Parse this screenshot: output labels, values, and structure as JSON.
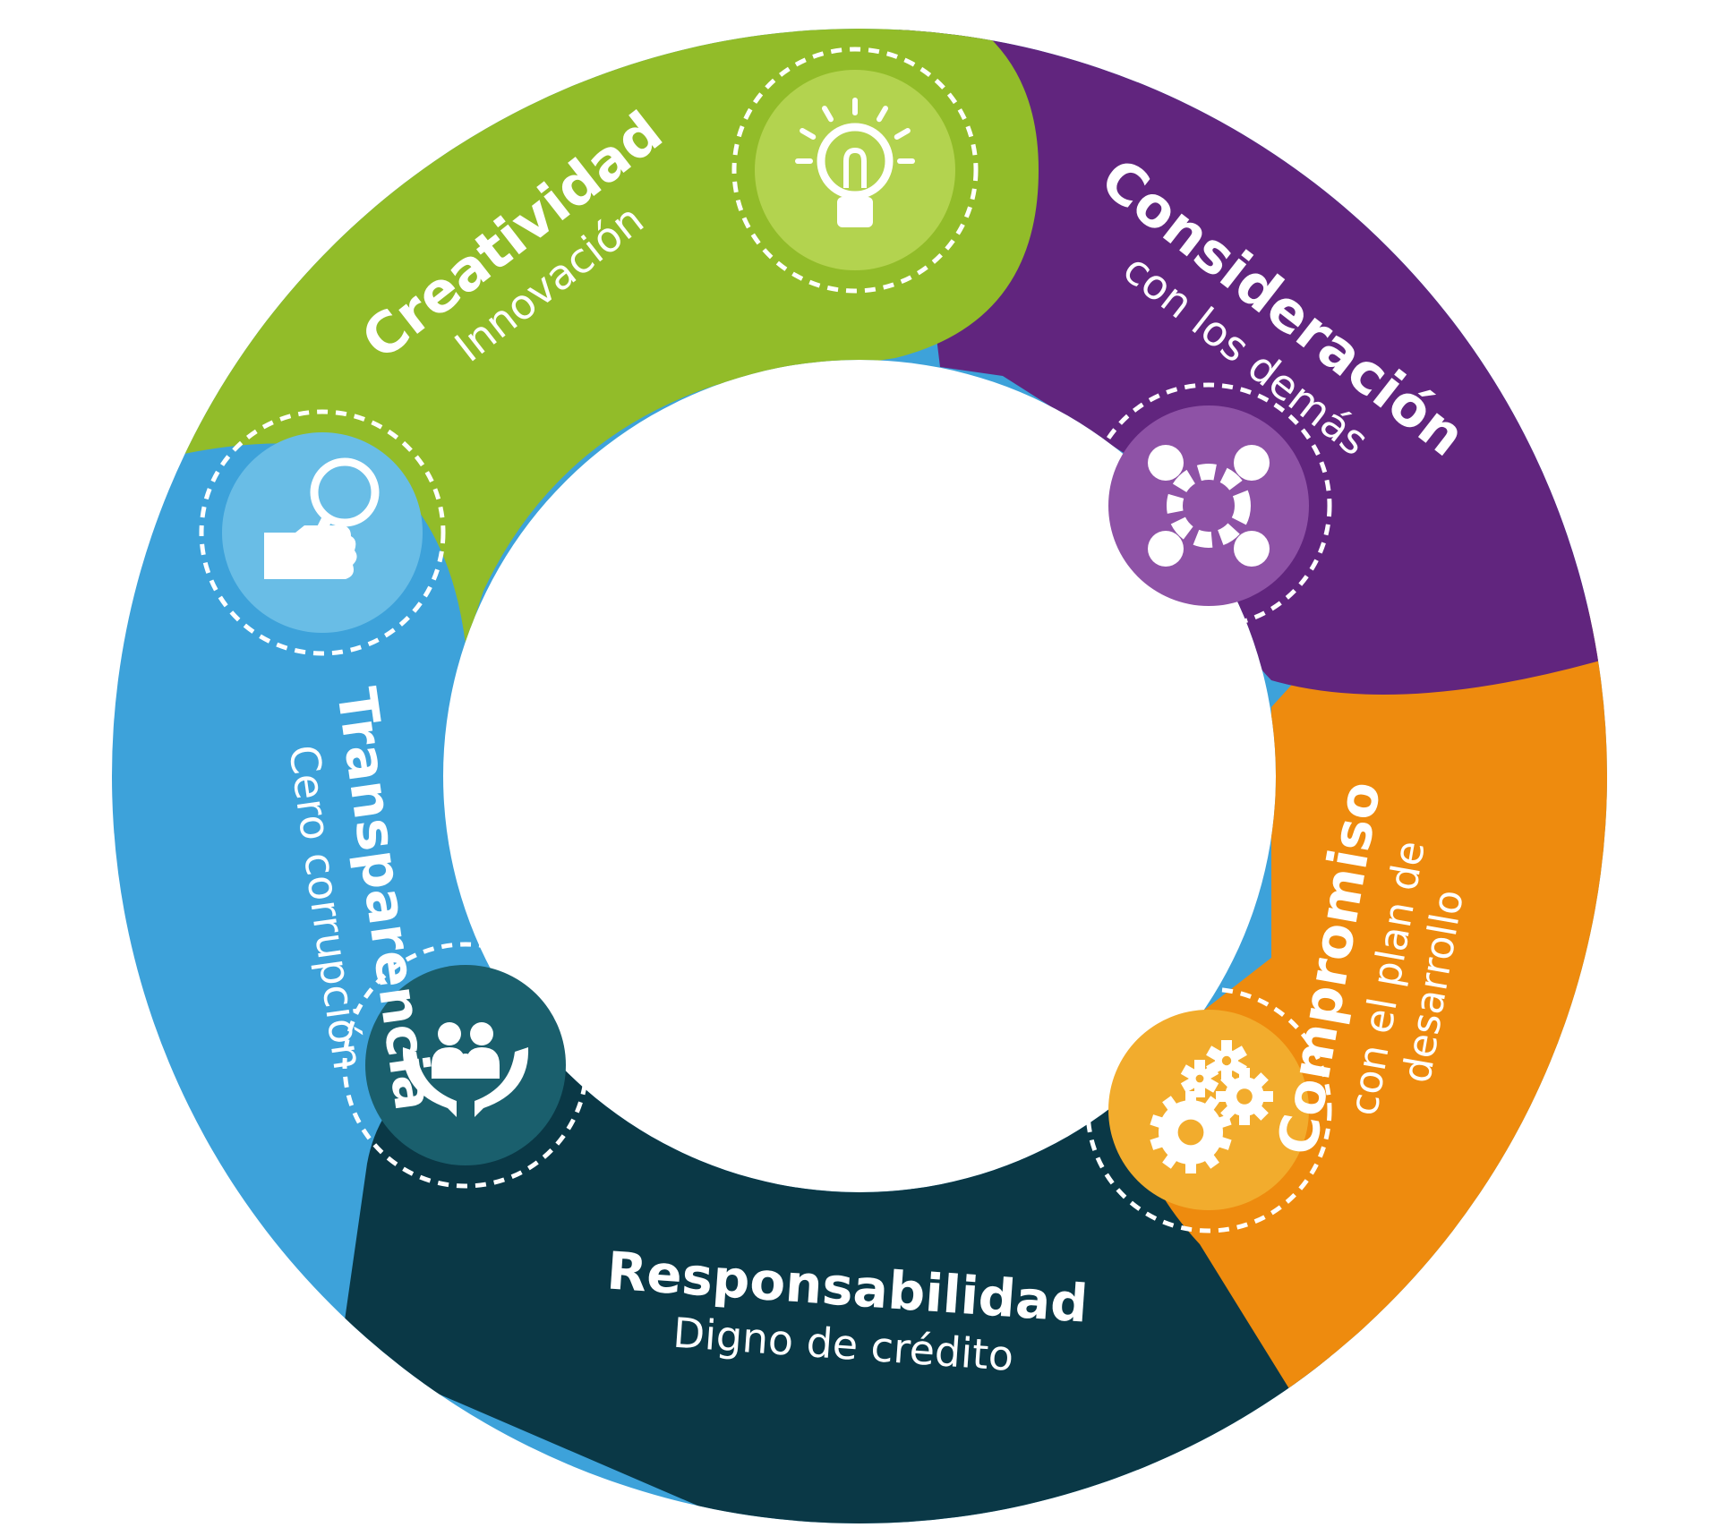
{
  "segments": [
    {
      "id": "creatividad",
      "title": "Creatividad",
      "subtitle": "Innovación",
      "color": "#92BC29",
      "badge_color": "#B3D34F",
      "icon": "lightbulb-icon"
    },
    {
      "id": "consideracion",
      "title": "Consideración",
      "subtitle": "con los demás",
      "color": "#61257E",
      "badge_color": "#8E52A6",
      "icon": "people-circle-icon"
    },
    {
      "id": "compromiso",
      "title": "Compromiso",
      "subtitle_lines": [
        "con el plan de",
        "desarrollo"
      ],
      "color": "#EE8B0E",
      "badge_color": "#F2AC2D",
      "icon": "gears-icon"
    },
    {
      "id": "responsabilidad",
      "title": "Responsabilidad",
      "subtitle": "Digno de crédito",
      "color": "#0A3846",
      "badge_color": "#1A5F6D",
      "icon": "family-hands-icon"
    },
    {
      "id": "transparencia",
      "title": "Transparencia",
      "subtitle": "Cero corrupción",
      "color": "#3DA2DA",
      "badge_color": "#69BDE6",
      "icon": "magnifier-hand-icon"
    }
  ]
}
